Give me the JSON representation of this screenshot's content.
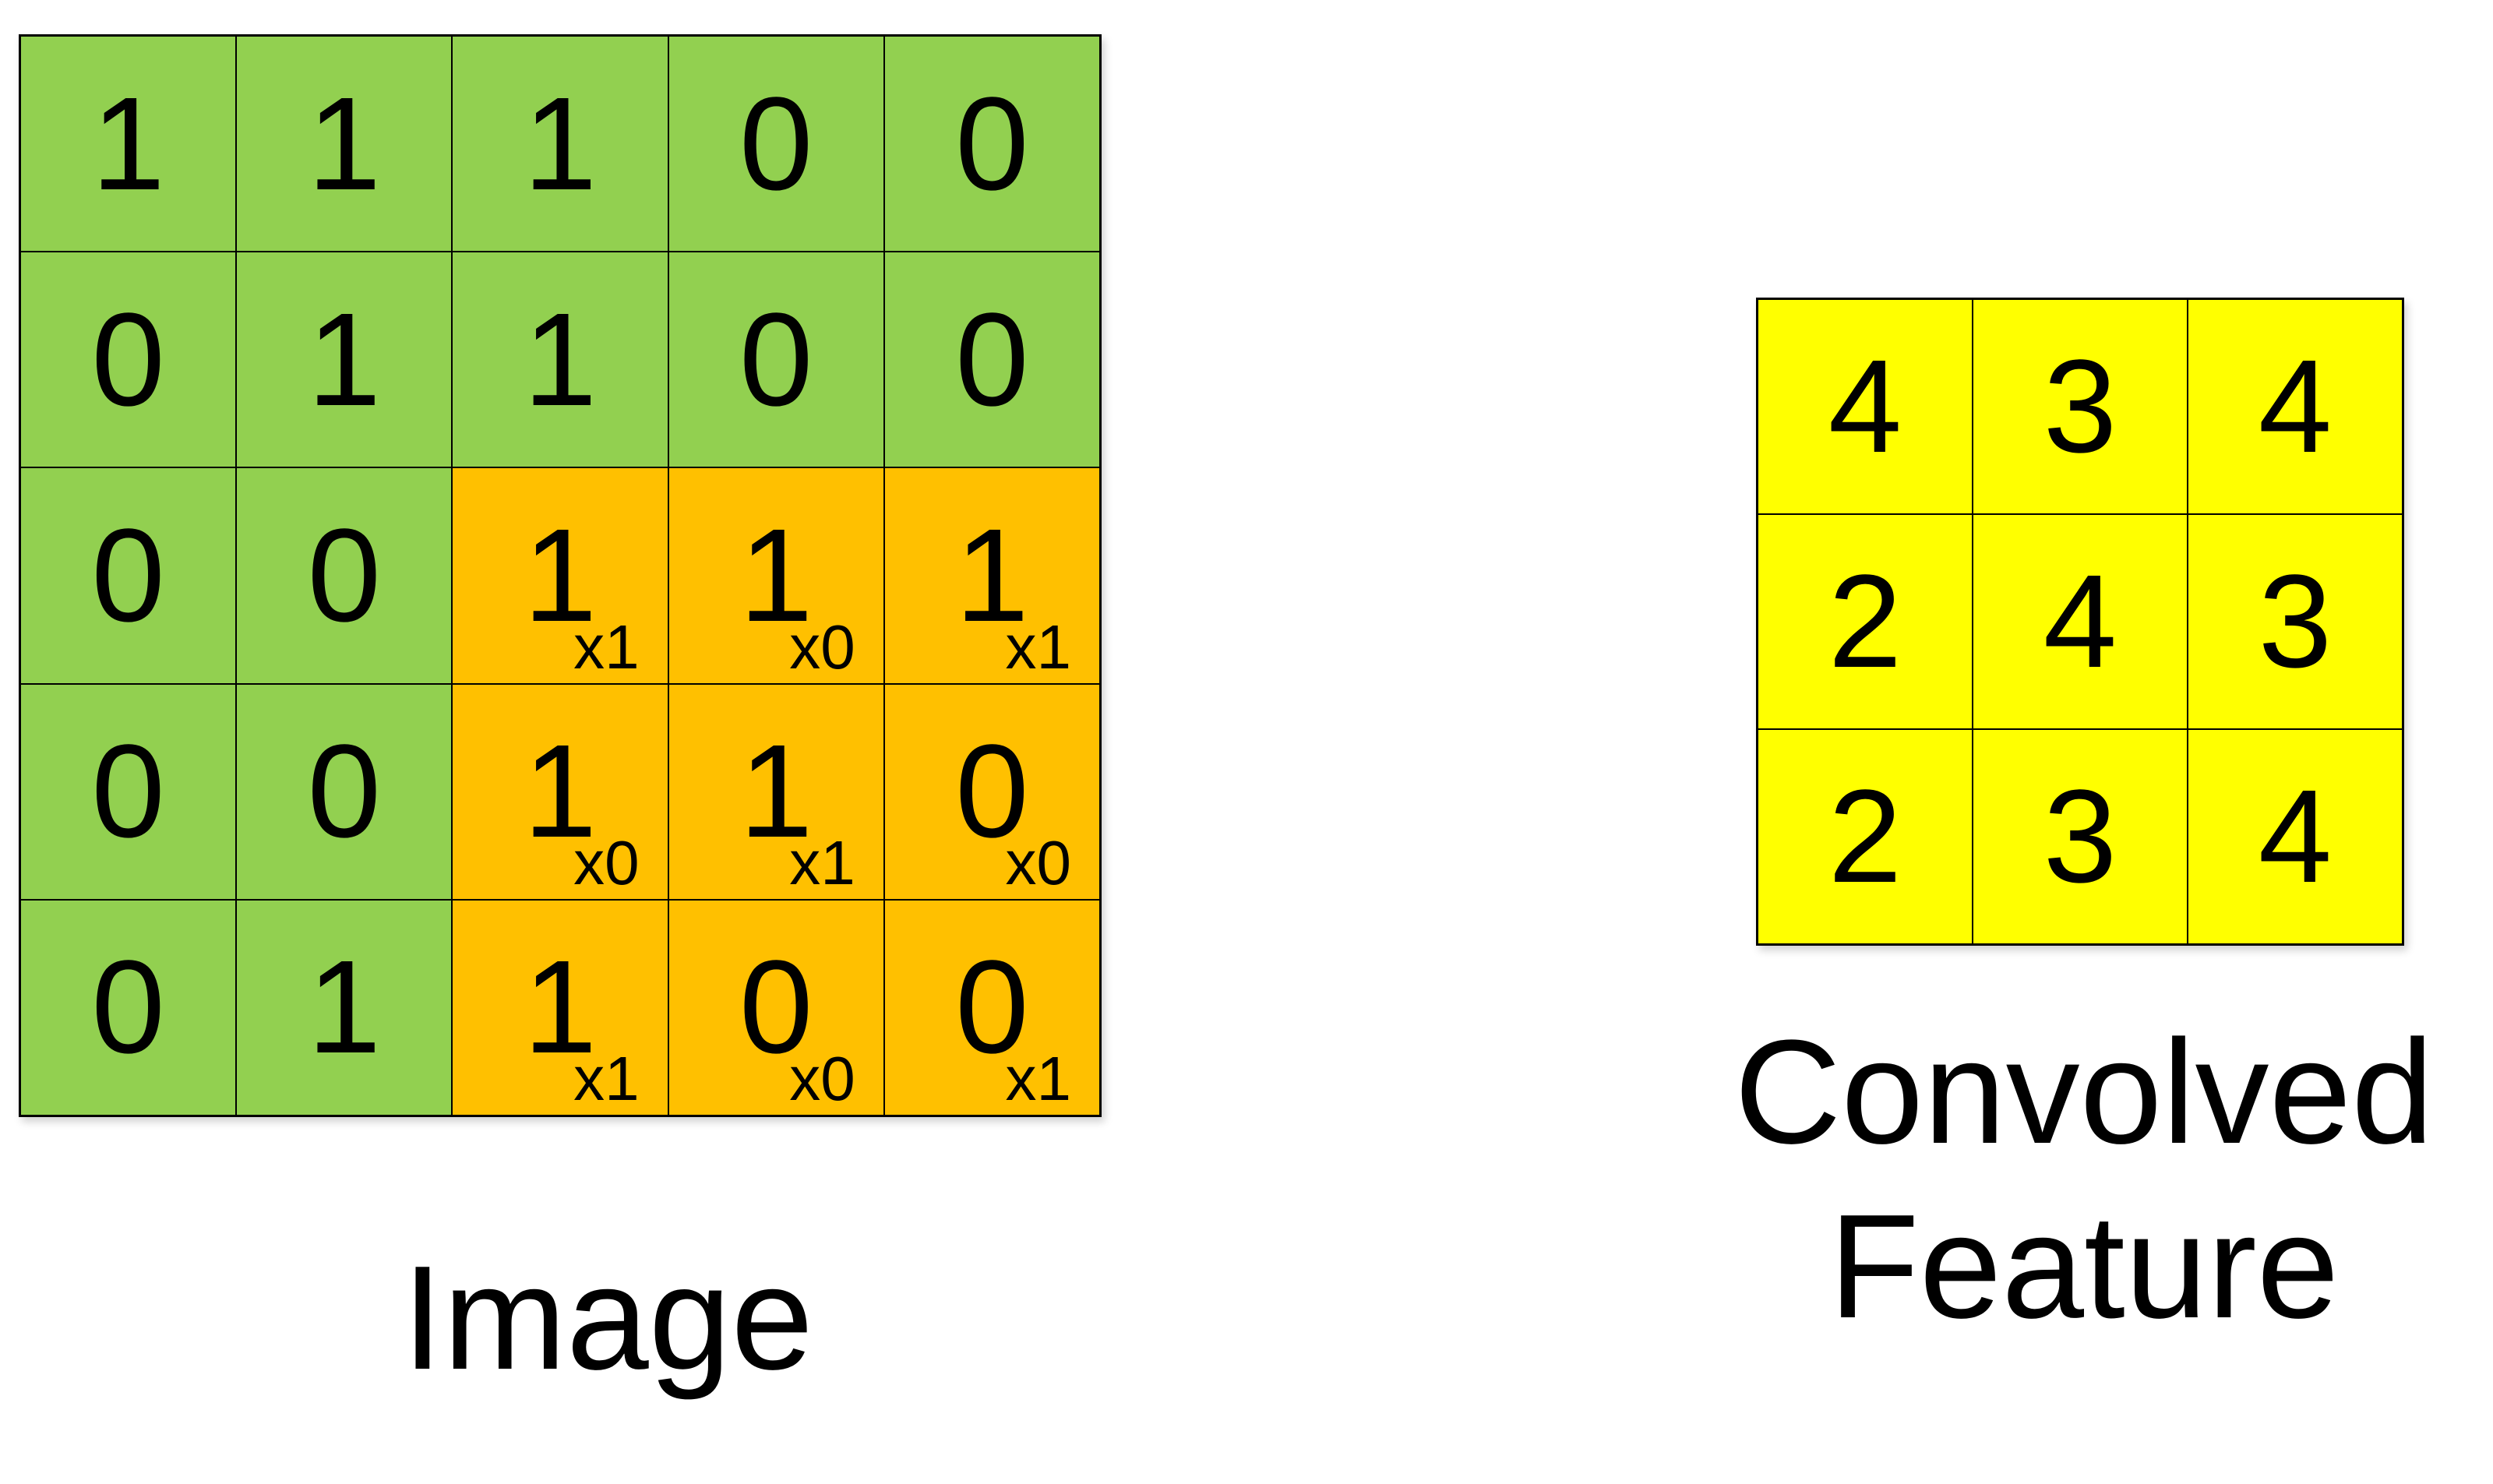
{
  "image": {
    "label": "Image",
    "colors": {
      "base": "#92D050",
      "window": "#FFC000"
    },
    "rows": [
      [
        "1",
        "1",
        "1",
        "0",
        "0"
      ],
      [
        "0",
        "1",
        "1",
        "0",
        "0"
      ],
      [
        "0",
        "0",
        "1",
        "1",
        "1"
      ],
      [
        "0",
        "0",
        "1",
        "1",
        "0"
      ],
      [
        "0",
        "1",
        "1",
        "0",
        "0"
      ]
    ],
    "kernel_window": {
      "row_start": 2,
      "col_start": 2,
      "labels": [
        [
          "x1",
          "x0",
          "x1"
        ],
        [
          "x0",
          "x1",
          "x0"
        ],
        [
          "x1",
          "x0",
          "x1"
        ]
      ]
    }
  },
  "convolved_feature": {
    "label_line1": "Convolved",
    "label_line2": "Feature",
    "color": "#FFFF00",
    "rows": [
      [
        "4",
        "3",
        "4"
      ],
      [
        "2",
        "4",
        "3"
      ],
      [
        "2",
        "3",
        "4"
      ]
    ]
  }
}
